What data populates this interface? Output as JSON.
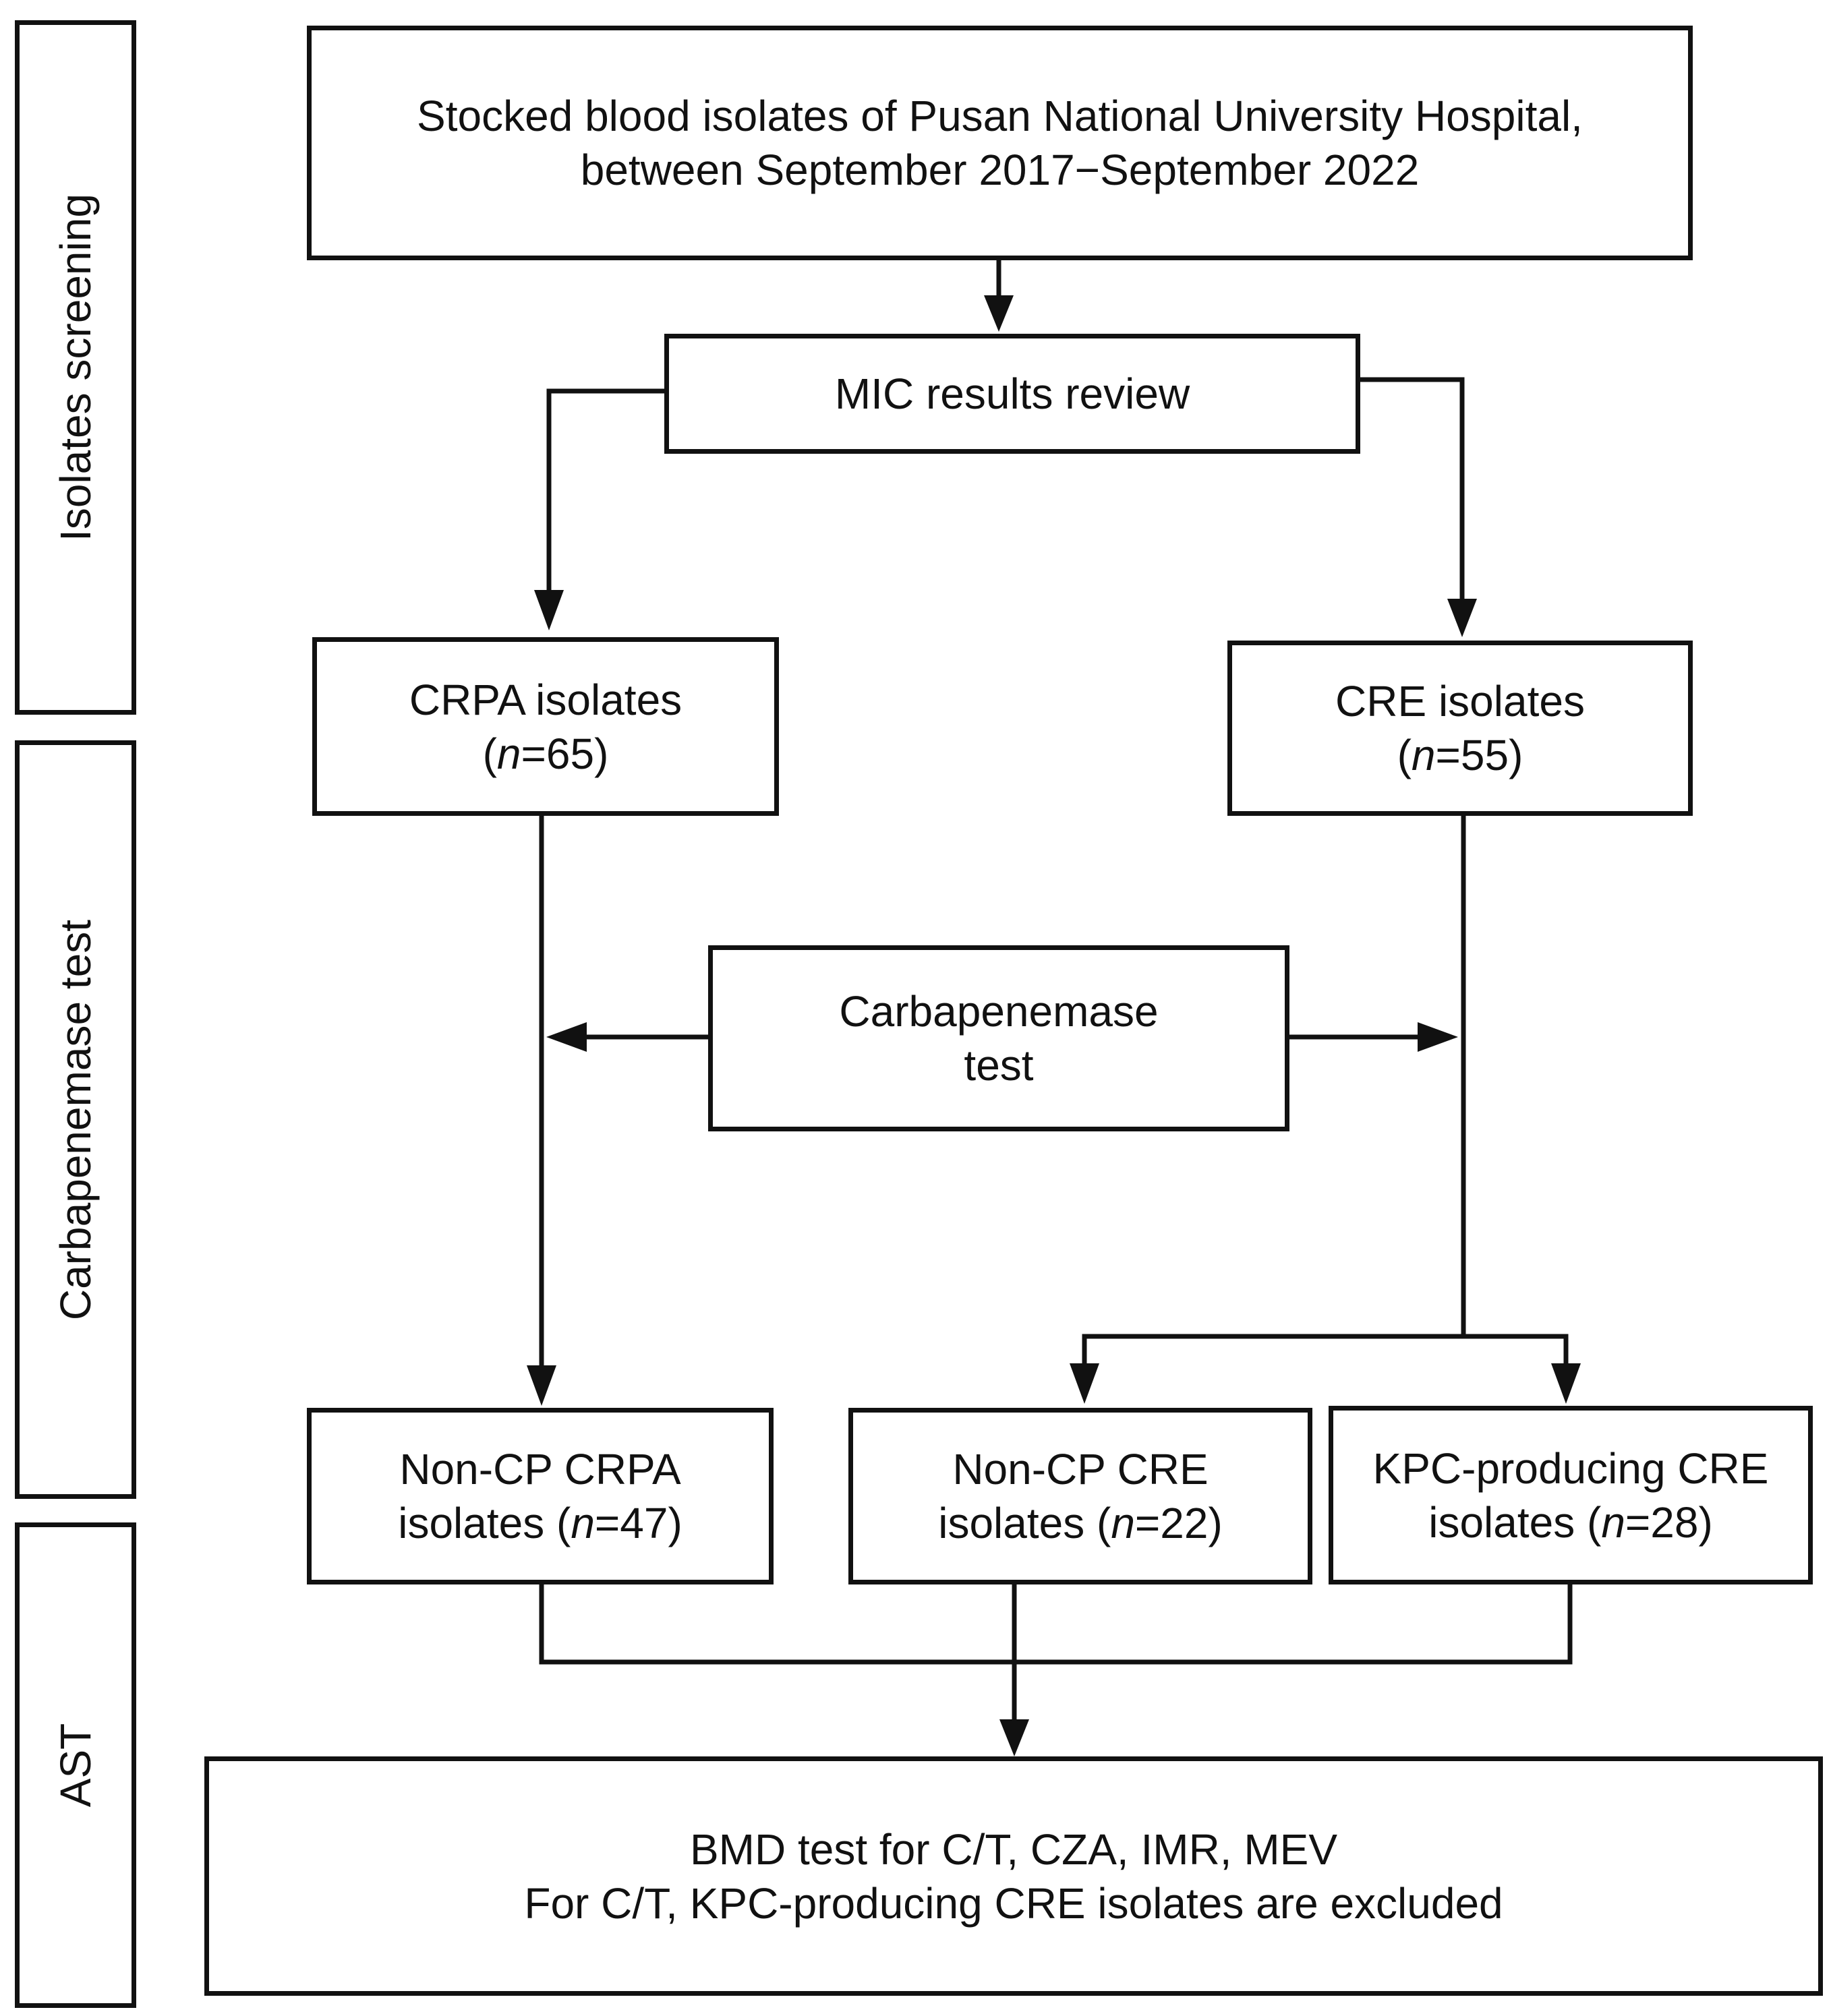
{
  "stages": [
    {
      "id": "screening",
      "label": "Isolates screening"
    },
    {
      "id": "carbapenemase",
      "label": "Carbapenemase test"
    },
    {
      "id": "ast",
      "label": "AST"
    }
  ],
  "nodes": {
    "source": {
      "line1": "Stocked blood isolates of Pusan National University Hospital,",
      "line2": "between September 2017−September 2022"
    },
    "mic": {
      "line1": "MIC results review"
    },
    "crpa": {
      "line1": "CRPA isolates",
      "n_prefix": "(",
      "n_var": "n",
      "n_value": "=65)"
    },
    "cre": {
      "line1": "CRE isolates",
      "n_prefix": "(",
      "n_var": "n",
      "n_value": "=55)"
    },
    "carbapenemase": {
      "line1": "Carbapenemase",
      "line2": "test"
    },
    "noncp_crpa": {
      "line1": "Non-CP CRPA",
      "line2_prefix": "isolates (",
      "n_var": "n",
      "n_value": "=47)"
    },
    "noncp_cre": {
      "line1": "Non-CP CRE",
      "line2_prefix": "isolates (",
      "n_var": "n",
      "n_value": "=22)"
    },
    "kpc_cre": {
      "line1": "KPC-producing CRE",
      "line2_prefix": "isolates (",
      "n_var": "n",
      "n_value": "=28)"
    },
    "bmd": {
      "line1": "BMD test for C/T, CZA, IMR, MEV",
      "line2": "For C/T, KPC-producing CRE isolates are excluded"
    }
  }
}
